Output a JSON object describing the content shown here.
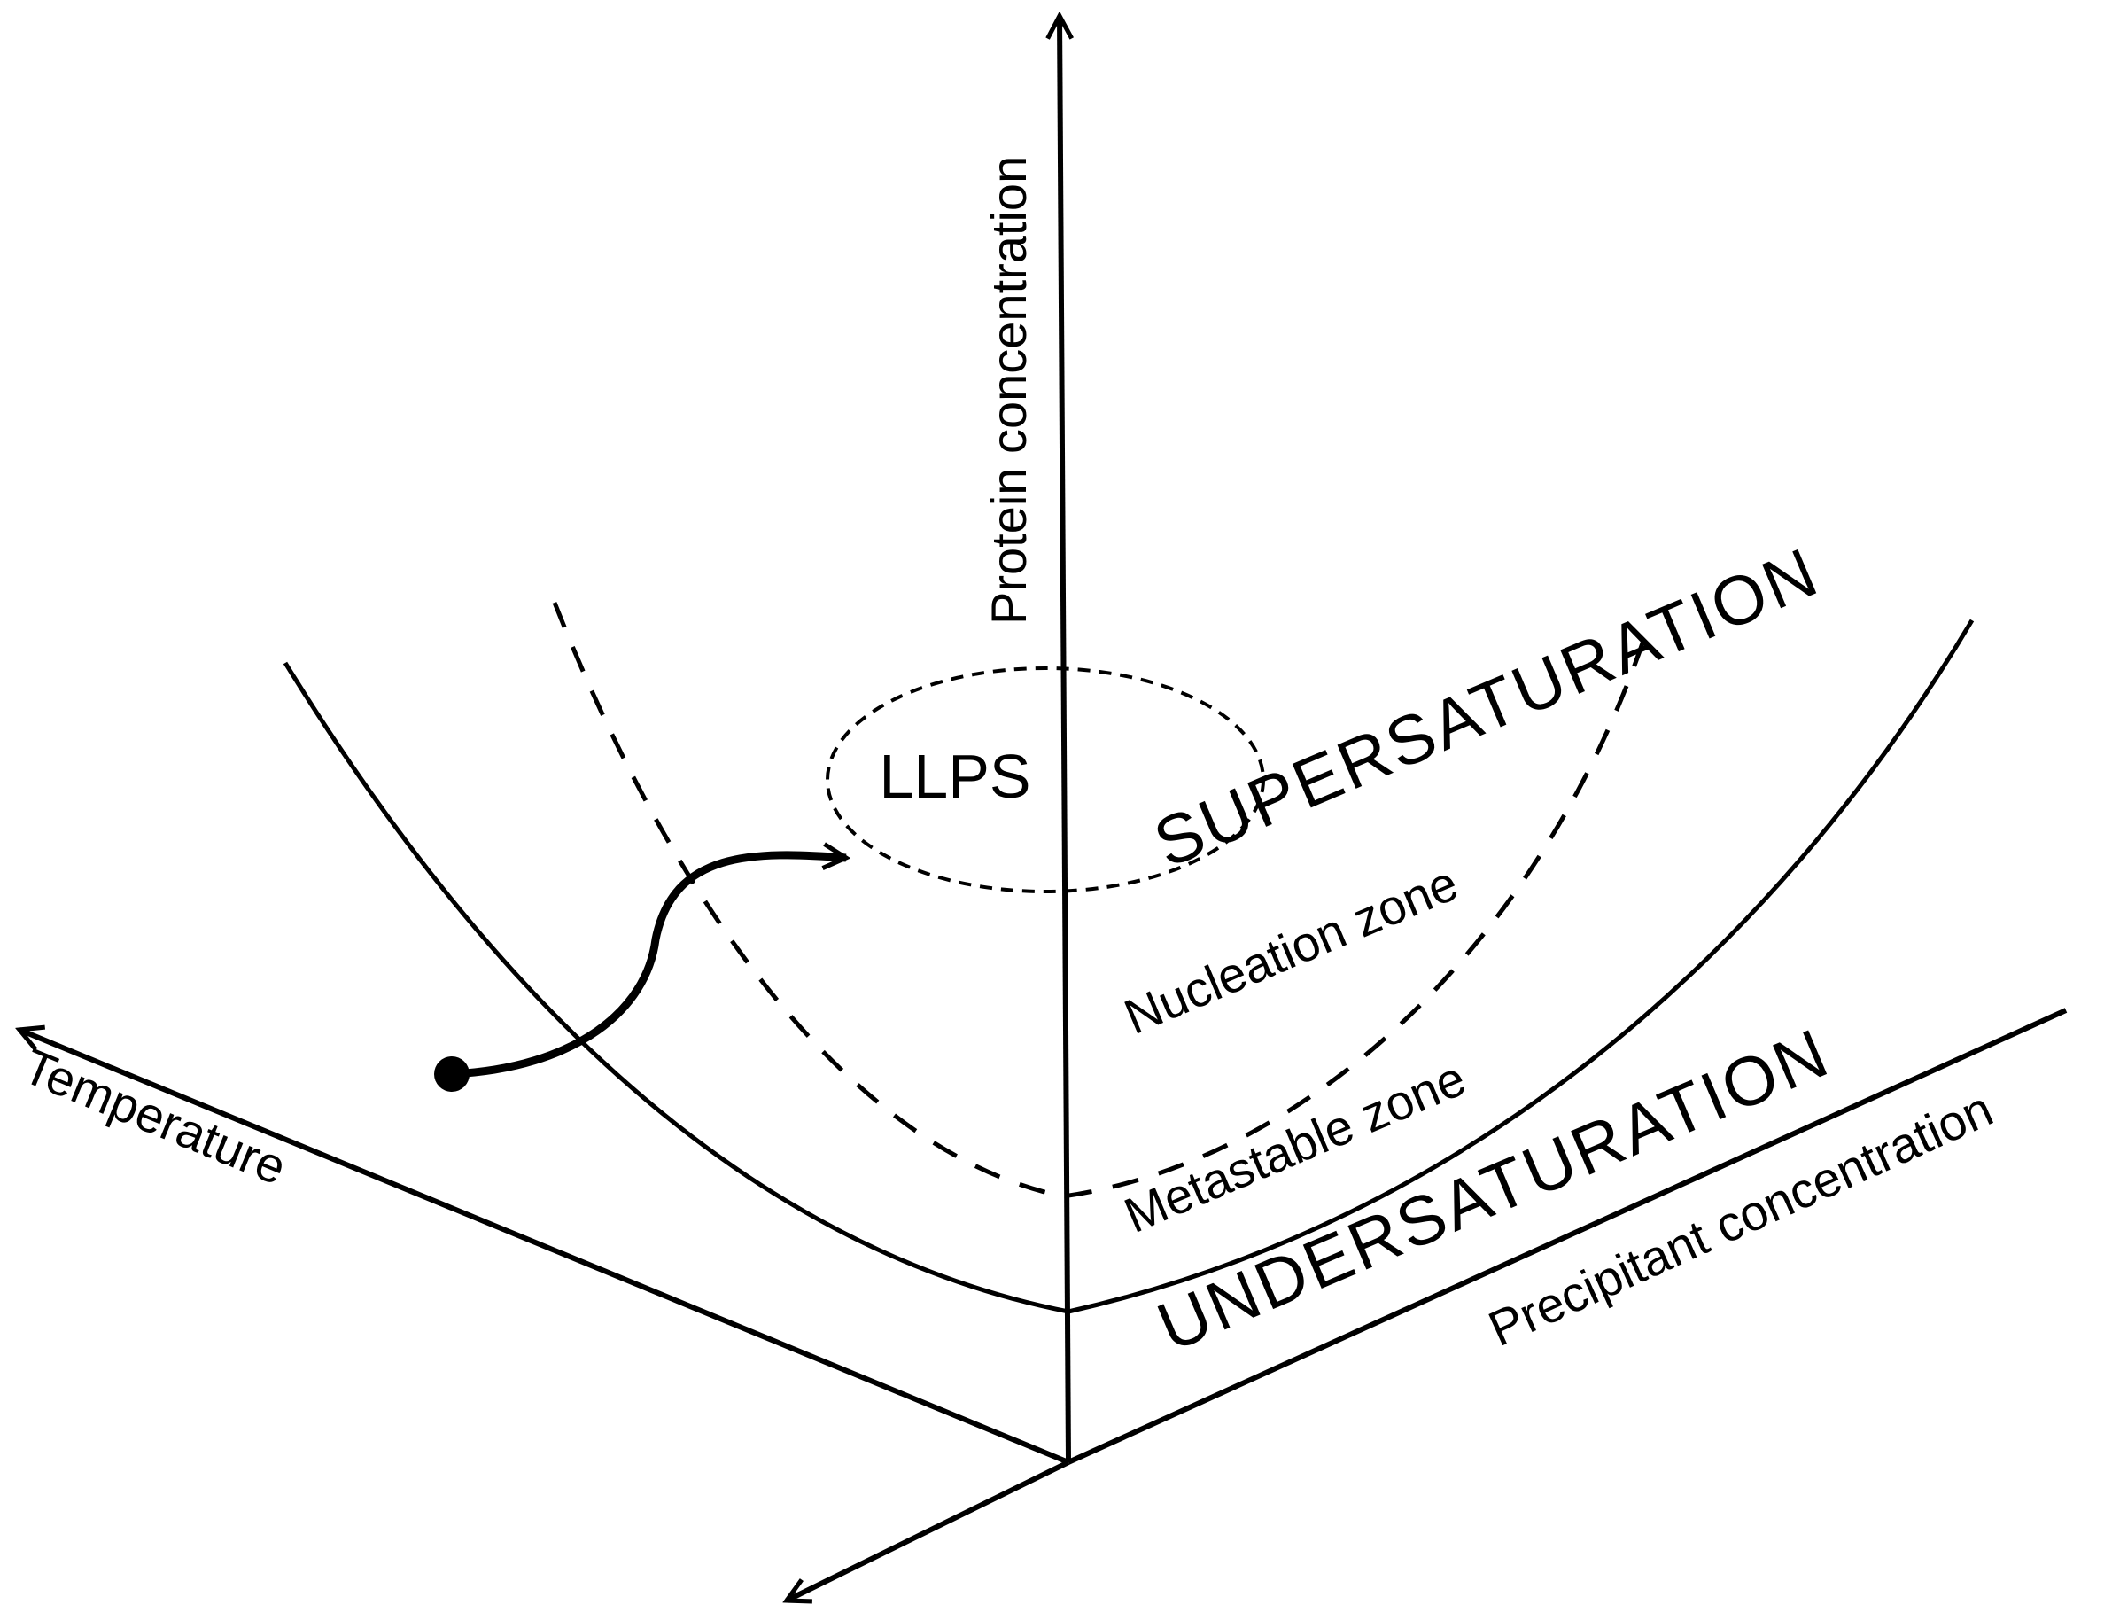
{
  "diagram": {
    "axes": {
      "protein": "Protein concentration",
      "temperature": "Temperature",
      "precipitant": "Precipitant concentration"
    },
    "regions": {
      "supersaturation": "SUPERSATURATION",
      "undersaturation": "UNDERSATURATION"
    },
    "zones": {
      "nucleation": "Nucleation zone",
      "metastable": "Metastable zone"
    },
    "llps": "LLPS"
  }
}
